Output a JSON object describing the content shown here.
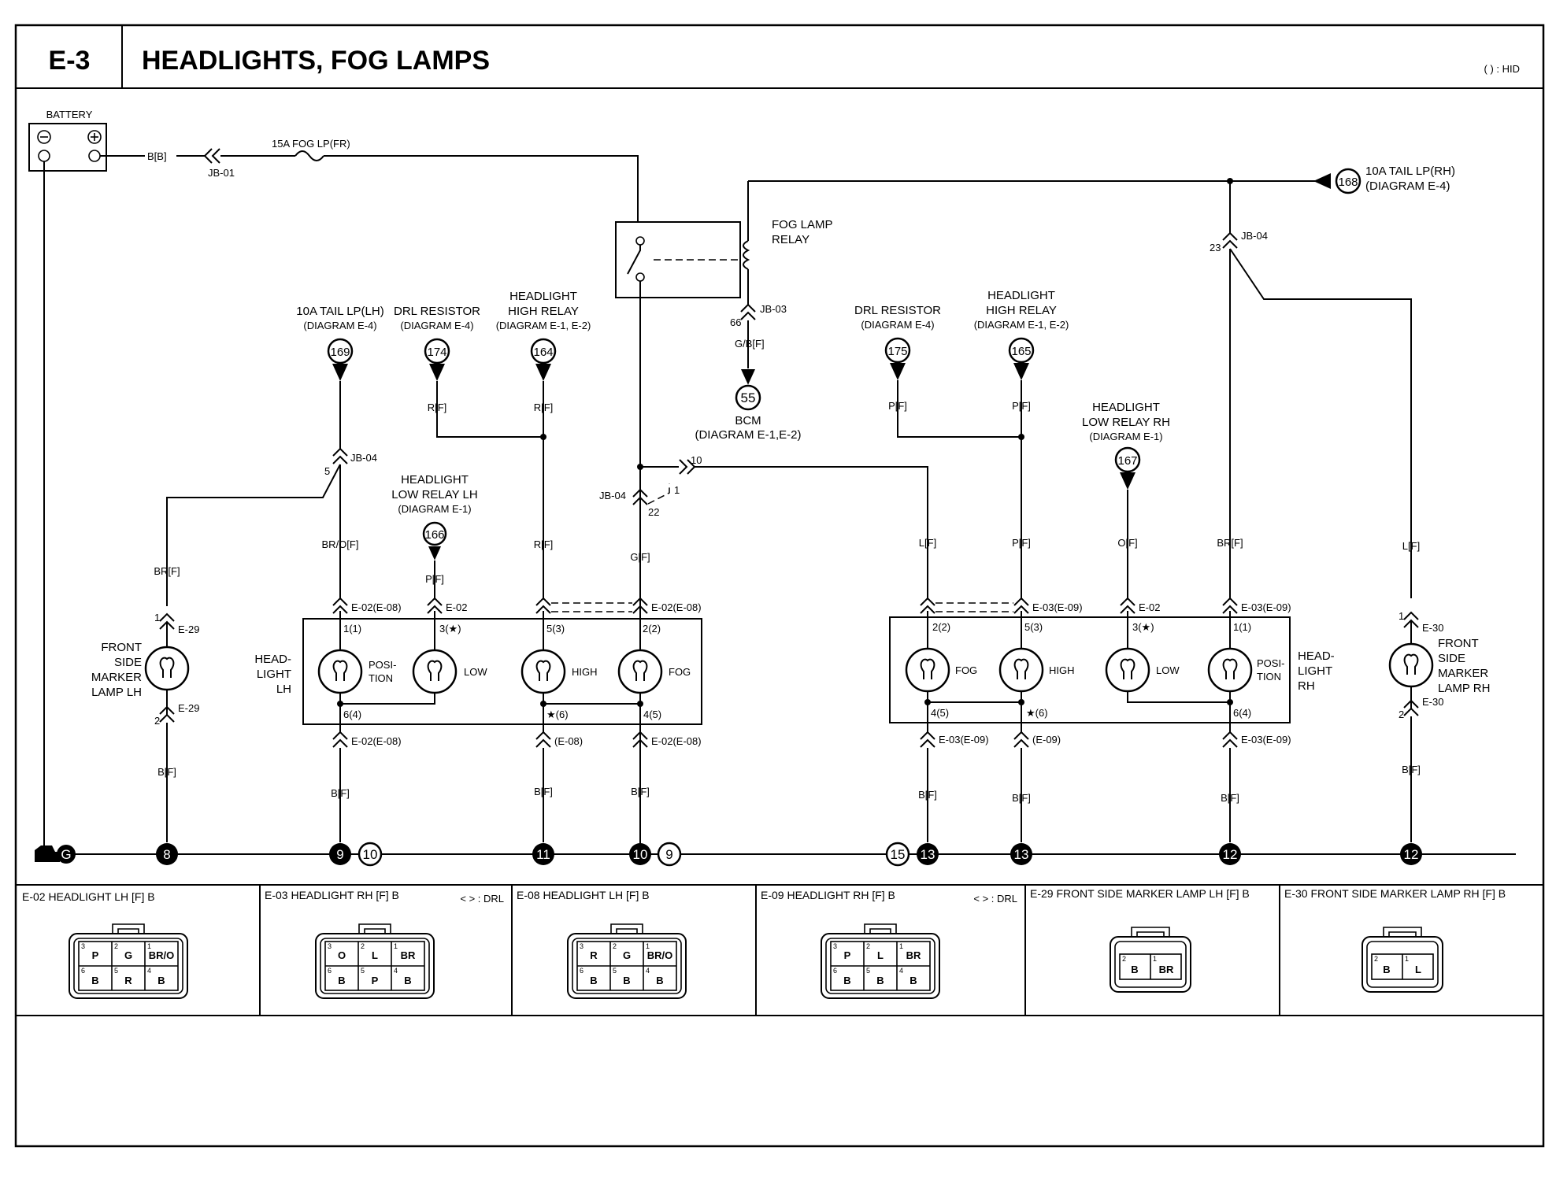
{
  "header": {
    "code": "E-3",
    "title": "HEADLIGHTS, FOG LAMPS",
    "legend_hid": "( ) : HID"
  },
  "battery": {
    "label": "BATTERY",
    "wire": "B[B]",
    "jb": "JB-01",
    "fuse": "15A FOG LP(FR)"
  },
  "fog_relay": {
    "line1": "FOG LAMP",
    "line2": "RELAY",
    "jb": "JB-03",
    "pin": "66",
    "wire": "G/B[F]"
  },
  "bcm": {
    "num": "55",
    "line1": "BCM",
    "line2": "(DIAGRAM E-1,E-2)"
  },
  "tail_rh": {
    "num": "168",
    "line1": "10A TAIL LP(RH)",
    "line2": "(DIAGRAM E-4)",
    "jb": "JB-04",
    "pin": "23"
  },
  "sources": [
    {
      "id": "169",
      "line1": "10A TAIL LP(LH)",
      "line2": "(DIAGRAM E-4)",
      "wire": ""
    },
    {
      "id": "174",
      "line1": "DRL RESISTOR",
      "line2": "(DIAGRAM E-4)",
      "wire": "R[F]"
    },
    {
      "id": "164",
      "line0": "HEADLIGHT",
      "line1": "HIGH RELAY",
      "line2": "(DIAGRAM E-1, E-2)",
      "wire": "R[F]"
    },
    {
      "id": "175",
      "line1": "DRL RESISTOR",
      "line2": "(DIAGRAM E-4)",
      "wire": "P[F]"
    },
    {
      "id": "165",
      "line0": "HEADLIGHT",
      "line1": "HIGH RELAY",
      "line2": "(DIAGRAM E-1, E-2)",
      "wire": "P[F]"
    },
    {
      "id": "166",
      "line0": "HEADLIGHT",
      "line1": "LOW RELAY LH",
      "line2": "(DIAGRAM E-1)",
      "wire": "P[F]"
    },
    {
      "id": "167",
      "line0": "HEADLIGHT",
      "line1": "LOW RELAY RH",
      "line2": "(DIAGRAM E-1)",
      "wire": "O[F]"
    }
  ],
  "jb04_lh": {
    "jb": "JB-04",
    "pin": "5"
  },
  "jb04_fog": {
    "jb": "JB-04",
    "pin_a": "22",
    "pin_b": "1",
    "pin_out": "10"
  },
  "wires": {
    "marker_lh": "BR[F]",
    "pos_lh": "BR/O[F]",
    "high_lh": "R[F]",
    "fog_lh": "G[F]",
    "fog_rh": "L[F]",
    "high_rh": "P[F]",
    "low_rh": "O[F]",
    "pos_rh": "BR[F]",
    "marker_rh": "L[F]",
    "ground": "B[F]"
  },
  "headlight_lh": {
    "label1": "HEAD-",
    "label2": "LIGHT",
    "label3": "LH",
    "c_pos": "E-02(E-08)",
    "c_low": "E-02",
    "c_fog": "E-02(E-08)",
    "c_gnd": "E-02(E-08)",
    "c_gnd_high": "(E-08)",
    "p_pos": "1(1)",
    "p_low": "3(★)",
    "p_high": "5(3)",
    "p_fog": "2(2)",
    "p_gnd1": "6(4)",
    "p_gnd2": "★(6)",
    "p_gnd3": "4(5)",
    "lamp_pos1": "POSI-",
    "lamp_pos2": "TION",
    "lamp_low": "LOW",
    "lamp_high": "HIGH",
    "lamp_fog": "FOG"
  },
  "headlight_rh": {
    "label1": "HEAD-",
    "label2": "LIGHT",
    "label3": "RH",
    "c_fog": "E-03(E-09)",
    "c_low": "E-02",
    "c_pos": "E-03(E-09)",
    "c_gnd": "E-03(E-09)",
    "c_gnd_high": "(E-09)",
    "p_fog": "2(2)",
    "p_high": "5(3)",
    "p_low": "3(★)",
    "p_pos": "1(1)",
    "p_gnd1": "4(5)",
    "p_gnd2": "★(6)",
    "p_gnd3": "6(4)",
    "lamp_pos1": "POSI-",
    "lamp_pos2": "TION",
    "lamp_low": "LOW",
    "lamp_high": "HIGH",
    "lamp_fog": "FOG"
  },
  "marker_lh": {
    "l1": "FRONT",
    "l2": "SIDE",
    "l3": "MARKER",
    "l4": "LAMP LH",
    "conn": "E-29",
    "pin_top": "1",
    "pin_bot": "2"
  },
  "marker_rh": {
    "l1": "FRONT",
    "l2": "SIDE",
    "l3": "MARKER",
    "l4": "LAMP RH",
    "conn": "E-30",
    "pin_top": "1",
    "pin_bot": "2"
  },
  "grounds": [
    "G",
    "8",
    "9",
    "10",
    "11",
    "10",
    "9",
    "15",
    "13",
    "13",
    "12",
    "12"
  ],
  "connectors": [
    {
      "title": "E-02 HEADLIGHT LH [F] B",
      "note": "",
      "top": [
        "P",
        "G",
        "BR/O"
      ],
      "bottom": [
        "B",
        "R",
        "B"
      ],
      "pins_top": [
        "3",
        "2",
        "1"
      ],
      "pins_bot": [
        "6",
        "5",
        "4"
      ]
    },
    {
      "title": "E-03 HEADLIGHT RH [F] B",
      "note": "< > : DRL",
      "top": [
        "O",
        "L",
        "BR"
      ],
      "bottom": [
        "B",
        "P",
        "B"
      ],
      "pins_top": [
        "3",
        "2",
        "1"
      ],
      "pins_bot": [
        "6",
        "5",
        "4"
      ]
    },
    {
      "title": "E-08 HEADLIGHT LH [F] B",
      "note": "",
      "top": [
        "R",
        "G",
        "BR/O"
      ],
      "bottom": [
        "B",
        "B",
        "B"
      ],
      "pins_top": [
        "3",
        "2",
        "1"
      ],
      "pins_bot": [
        "6",
        "5",
        "4"
      ]
    },
    {
      "title": "E-09 HEADLIGHT RH [F] B",
      "note": "< > : DRL",
      "top": [
        "P",
        "L",
        "BR"
      ],
      "bottom": [
        "B",
        "B",
        "B"
      ],
      "pins_top": [
        "3",
        "2",
        "1"
      ],
      "pins_bot": [
        "6",
        "5",
        "4"
      ]
    },
    {
      "title": "E-29 FRONT SIDE MARKER LAMP LH [F] B",
      "note": "",
      "top": [
        "B",
        "BR"
      ],
      "bottom": [],
      "pins_top": [
        "2",
        "1"
      ],
      "pins_bot": []
    },
    {
      "title": "E-30 FRONT SIDE MARKER LAMP RH [F] B",
      "note": "",
      "top": [
        "B",
        "L"
      ],
      "bottom": [],
      "pins_top": [
        "2",
        "1"
      ],
      "pins_bot": []
    }
  ]
}
